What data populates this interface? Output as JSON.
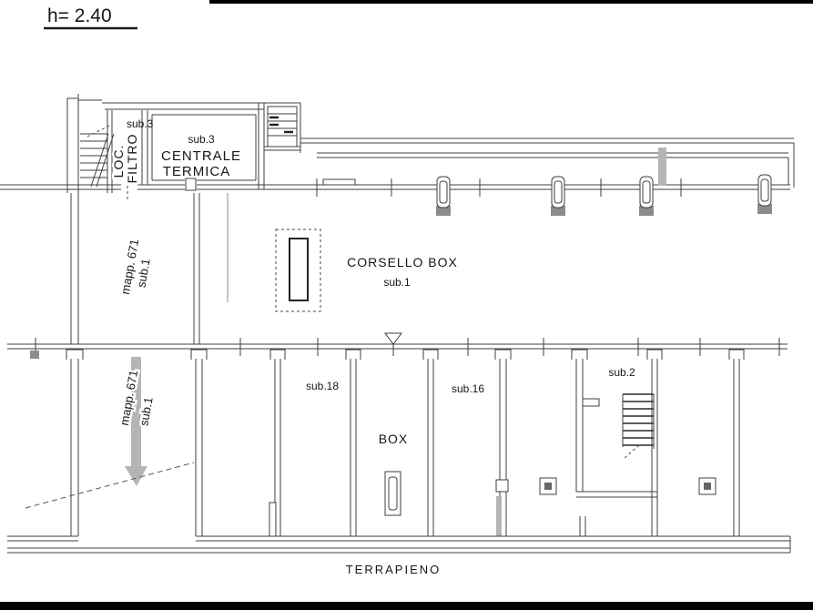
{
  "title": {
    "height_note": "h= 2.40"
  },
  "plan": {
    "stairwell": {
      "sub": "sub.3",
      "room_line1": "LOC.",
      "room_line2": "FILTRO"
    },
    "heating_room": {
      "sub": "sub.3",
      "name_line1": "CENTRALE",
      "name_line2": "TERMICA"
    },
    "ramp": {
      "upper_mapp": "mapp. 671",
      "upper_sub": "sub.1",
      "lower_mapp": "mapp. 671",
      "lower_sub": "sub.1"
    },
    "corsello": {
      "name": "CORSELLO BOX",
      "sub": "sub.1"
    },
    "boxes": {
      "box18": "sub.18",
      "box16": "sub.16",
      "box2": "sub.2",
      "box_label": "BOX"
    },
    "ground": {
      "terrapieno": "TERRAPIENO"
    }
  },
  "colors": {
    "line": "#3f3f3f",
    "text": "#161616",
    "grey_symbol": "#8c8c8c",
    "light_grey": "#b5b5b5",
    "background": "#ffffff",
    "scan_border": "#000000"
  }
}
